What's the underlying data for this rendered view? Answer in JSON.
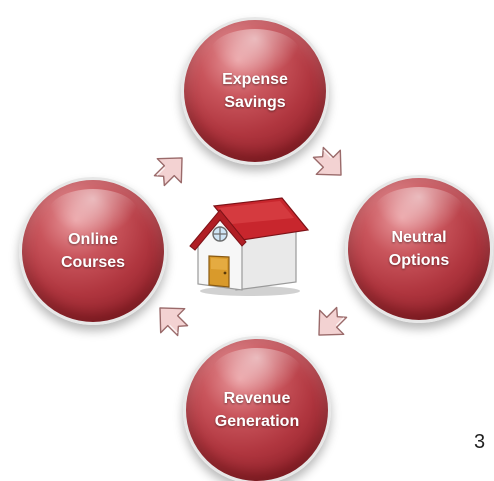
{
  "nodes": {
    "top": {
      "line1": "Expense",
      "line2": "Savings"
    },
    "right": {
      "line1": "Neutral",
      "line2": "Options"
    },
    "bottom": {
      "line1": "Revenue",
      "line2": "Generation"
    },
    "left": {
      "line1": "Online",
      "line2": "Courses"
    }
  },
  "center_icon": "house-icon",
  "arrow_icon": "chevron-arrow-icon",
  "page_number": "3",
  "colors": {
    "node_fill": "#b0363f",
    "node_text": "#ffffff",
    "arrow_fill": "#f3d2d2",
    "house_roof": "#c8262d",
    "house_wall": "#f2f2f2",
    "house_door": "#d99a2b"
  }
}
